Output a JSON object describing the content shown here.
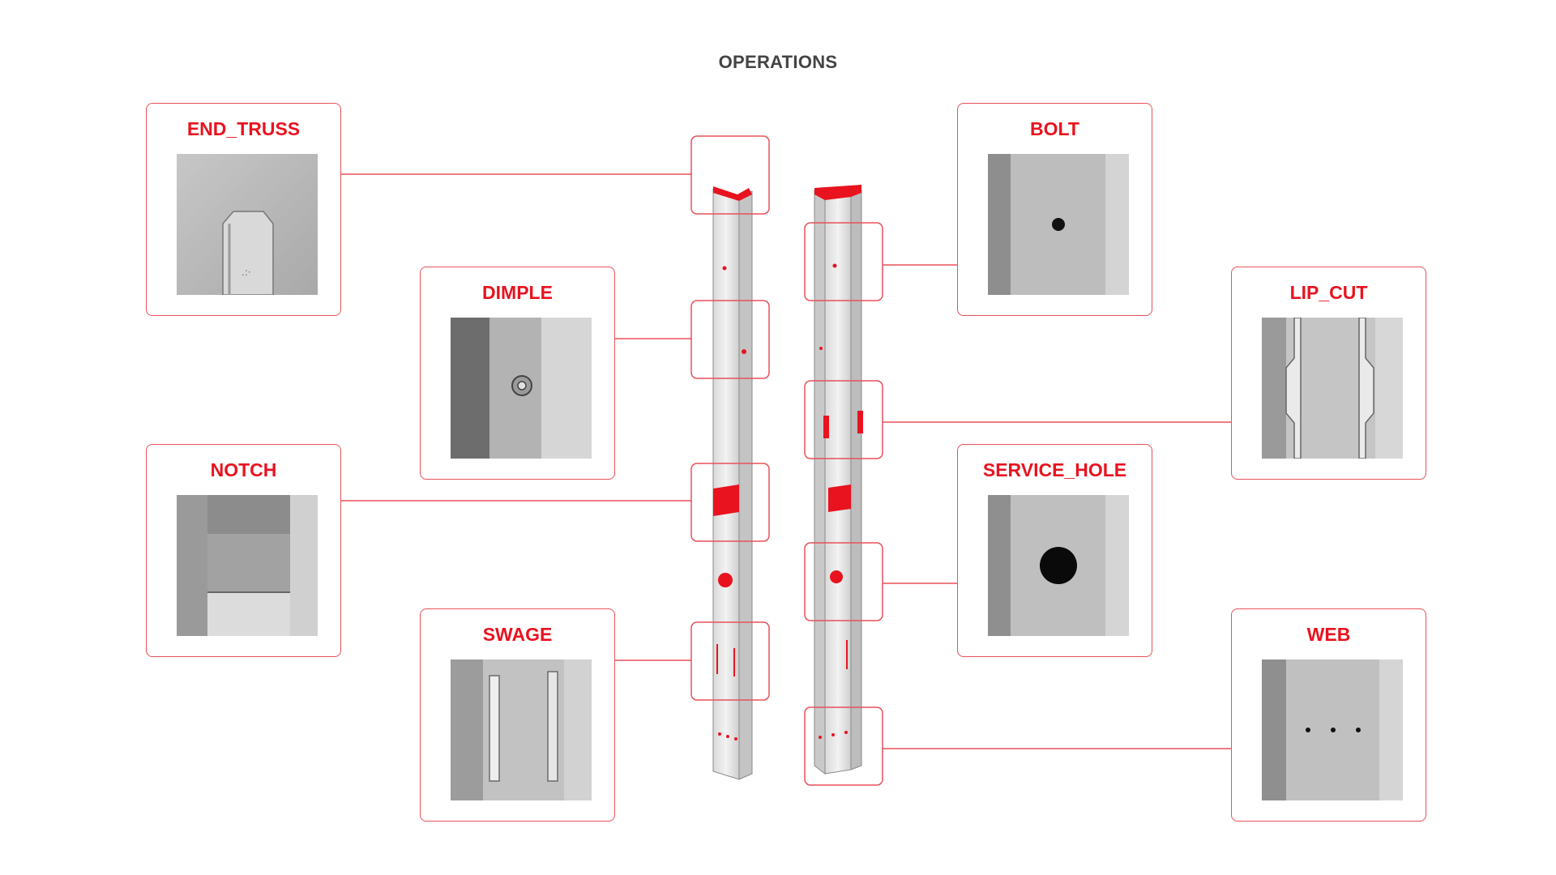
{
  "title": "OPERATIONS",
  "accent_color": "#e8131f",
  "line_color": "#e8515a",
  "operations": [
    {
      "label": "END_TRUSS",
      "thumbnail": "end-truss-photo"
    },
    {
      "label": "DIMPLE",
      "thumbnail": "dimple-photo"
    },
    {
      "label": "NOTCH",
      "thumbnail": "notch-photo"
    },
    {
      "label": "SWAGE",
      "thumbnail": "swage-photo"
    },
    {
      "label": "BOLT",
      "thumbnail": "bolt-photo"
    },
    {
      "label": "LIP_CUT",
      "thumbnail": "lip-cut-photo"
    },
    {
      "label": "SERVICE_HOLE",
      "thumbnail": "service-hole-photo"
    },
    {
      "label": "WEB",
      "thumbnail": "web-photo"
    }
  ]
}
